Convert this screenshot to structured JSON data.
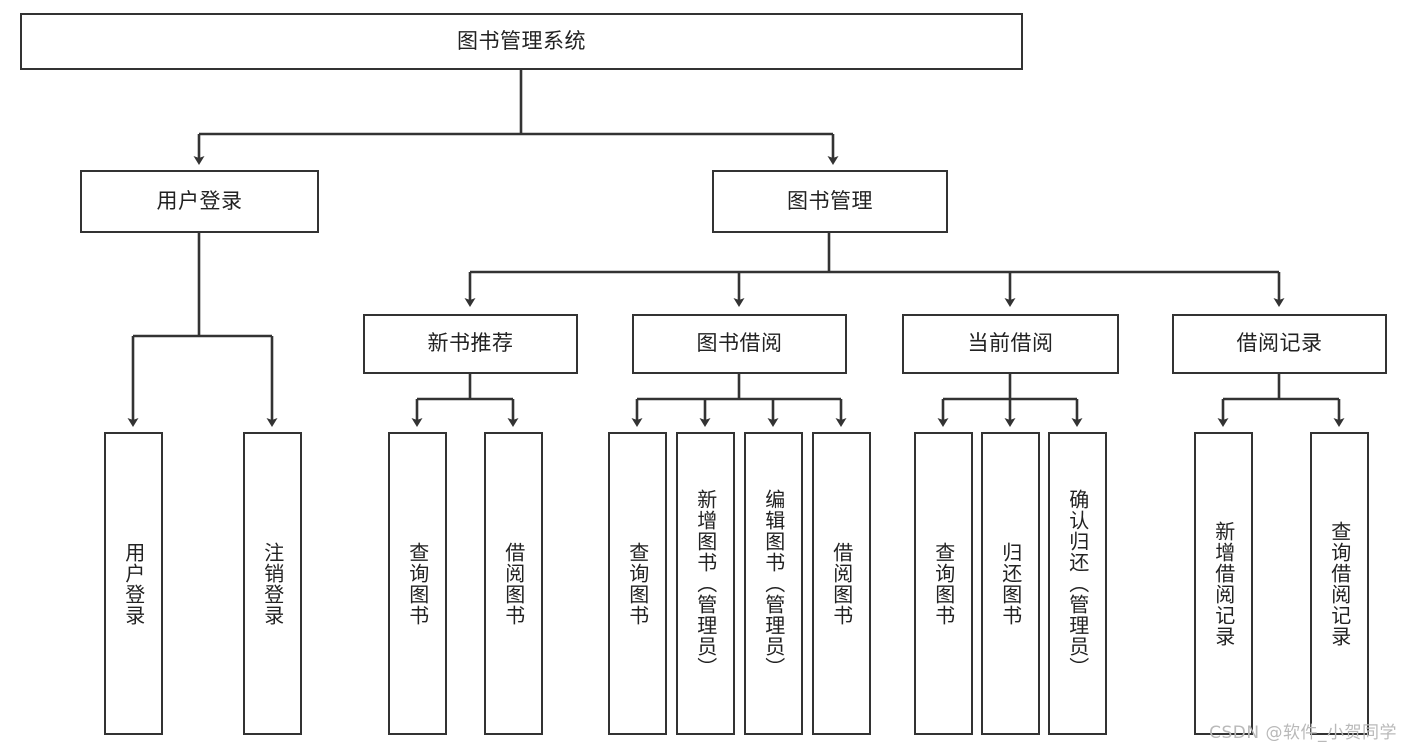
{
  "diagram": {
    "title_node": {
      "label": "图书管理系统"
    },
    "level2": [
      {
        "key": "user_login",
        "label": "用户登录"
      },
      {
        "key": "book_manage",
        "label": "图书管理"
      }
    ],
    "level3": [
      {
        "key": "new_book_rec",
        "label": "新书推荐"
      },
      {
        "key": "book_borrow",
        "label": "图书借阅"
      },
      {
        "key": "current_borrow",
        "label": "当前借阅"
      },
      {
        "key": "borrow_record",
        "label": "借阅记录"
      }
    ],
    "leaves": {
      "user_login": [
        {
          "key": "login",
          "label": "用户登录"
        },
        {
          "key": "logout",
          "label": "注销登录"
        }
      ],
      "new_book_rec": [
        {
          "key": "query_book_a",
          "label": "查询图书"
        },
        {
          "key": "borrow_book_a",
          "label": "借阅图书"
        }
      ],
      "book_borrow": [
        {
          "key": "query_book_b",
          "label": "查询图书"
        },
        {
          "key": "add_book",
          "label": "新增图书（管理员）"
        },
        {
          "key": "edit_book",
          "label": "编辑图书（管理员）"
        },
        {
          "key": "borrow_book_b",
          "label": "借阅图书"
        }
      ],
      "current_borrow": [
        {
          "key": "query_book_c",
          "label": "查询图书"
        },
        {
          "key": "return_book",
          "label": "归还图书"
        },
        {
          "key": "confirm_return",
          "label": "确认归还（管理员）"
        }
      ],
      "borrow_record": [
        {
          "key": "add_record",
          "label": "新增借阅记录"
        },
        {
          "key": "query_record",
          "label": "查询借阅记录"
        }
      ]
    }
  },
  "watermark": {
    "text": "CSDN @软件_小贺同学"
  },
  "colors": {
    "stroke": "#333333",
    "box_fill": "#ffffff",
    "text": "#222222",
    "watermark": "#b9b9b9"
  }
}
